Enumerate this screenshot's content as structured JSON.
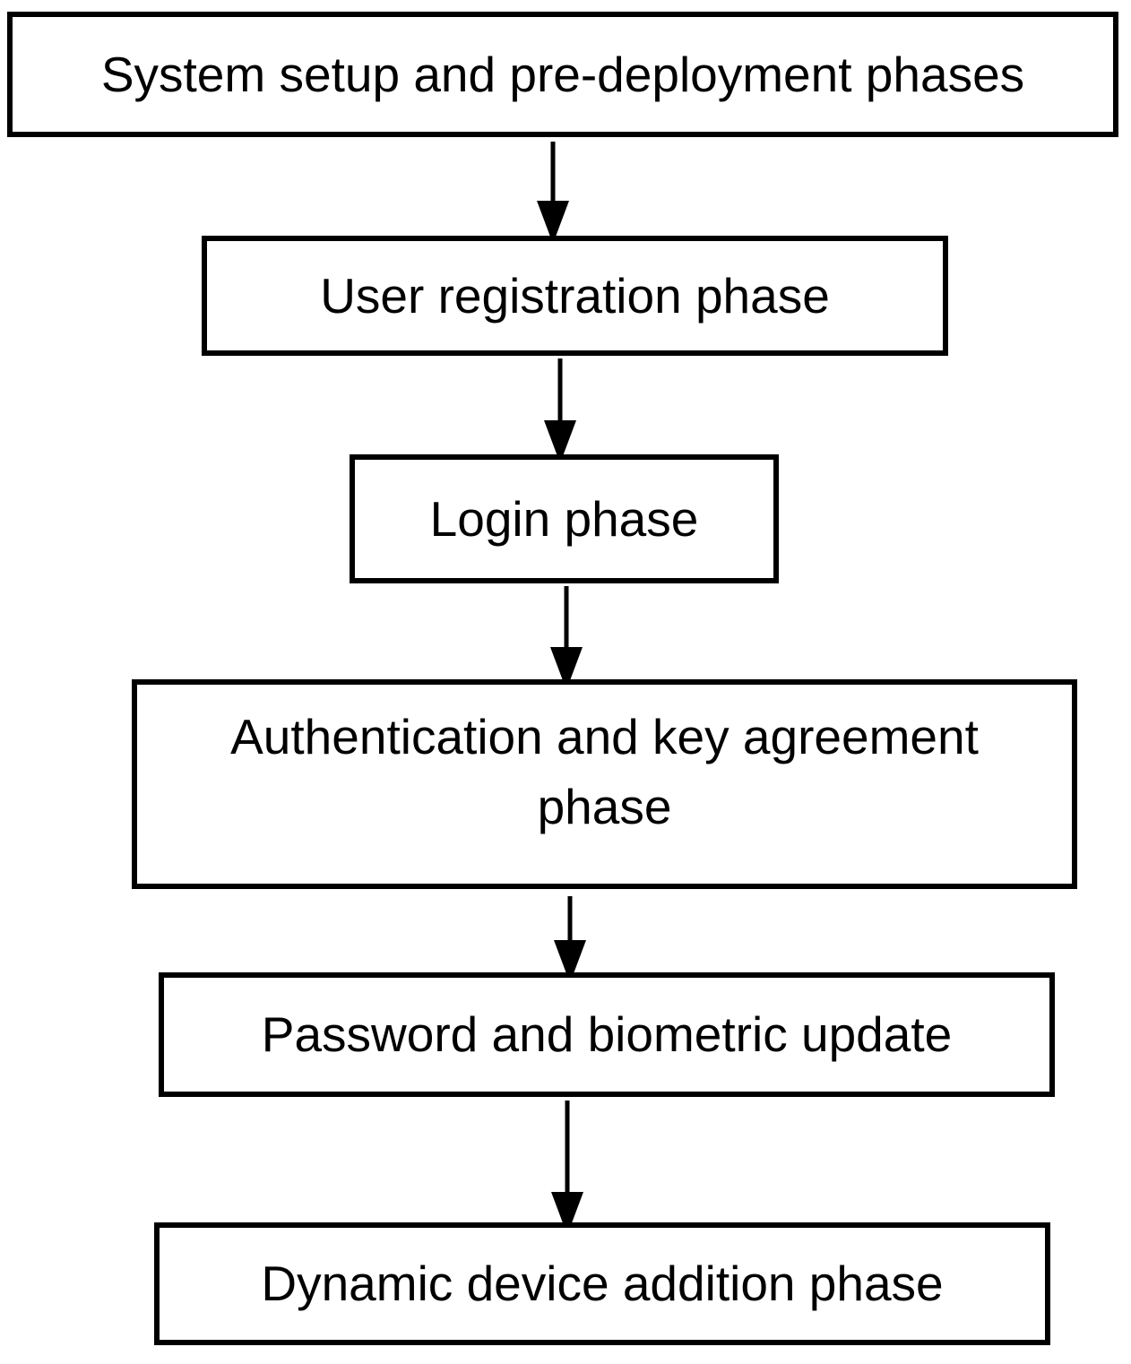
{
  "diagram": {
    "type": "flowchart",
    "direction": "top-down",
    "colors": {
      "background": "#ffffff",
      "box_fill": "#ffffff",
      "box_border": "#000000",
      "text": "#000000",
      "arrow": "#000000"
    },
    "nodes": [
      {
        "id": "system-setup-pre-deployment",
        "lines": [
          "System setup and pre-deployment phases"
        ]
      },
      {
        "id": "user-registration",
        "lines": [
          "User registration phase"
        ]
      },
      {
        "id": "login",
        "lines": [
          "Login phase"
        ]
      },
      {
        "id": "auth-key-agreement",
        "lines": [
          "Authentication and key agreement",
          "phase"
        ]
      },
      {
        "id": "password-biometric-update",
        "lines": [
          "Password and biometric update"
        ]
      },
      {
        "id": "dynamic-device-addition",
        "lines": [
          "Dynamic device addition phase"
        ]
      }
    ],
    "connectors": [
      {
        "from": "system-setup-pre-deployment",
        "to": "user-registration"
      },
      {
        "from": "user-registration",
        "to": "login"
      },
      {
        "from": "login",
        "to": "auth-key-agreement"
      },
      {
        "from": "auth-key-agreement",
        "to": "password-biometric-update"
      },
      {
        "from": "password-biometric-update",
        "to": "dynamic-device-addition"
      }
    ]
  }
}
